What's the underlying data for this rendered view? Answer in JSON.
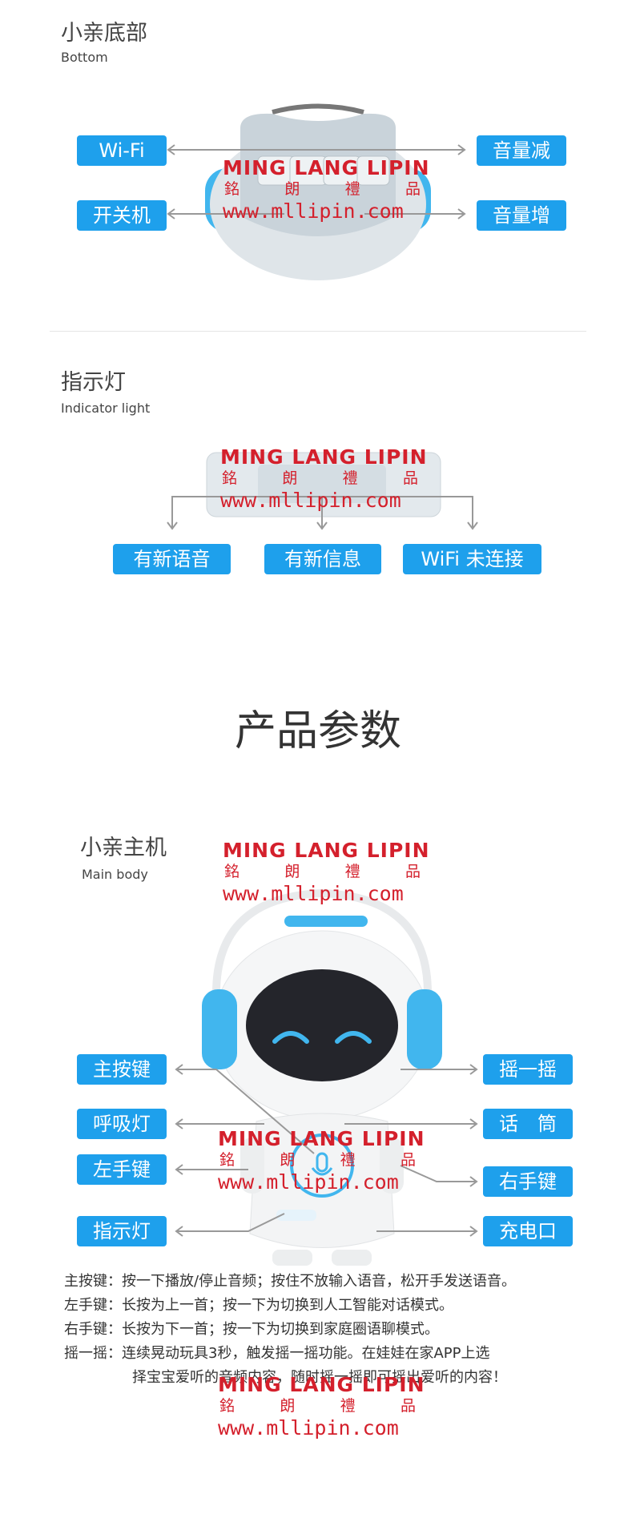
{
  "section_bottom": {
    "title": "小亲底部",
    "subtitle": "Bottom",
    "labels": {
      "wifi": "Wi-Fi",
      "power": "开关机",
      "vol_down": "音量减",
      "vol_up": "音量增"
    }
  },
  "section_indicator": {
    "title": "指示灯",
    "subtitle": "Indicator light",
    "labels": {
      "new_voice": "有新语音",
      "new_info": "有新信息",
      "wifi_off": "WiFi 未连接"
    }
  },
  "params_title": "产品参数",
  "section_main": {
    "title": "小亲主机",
    "subtitle": "Main body",
    "labels": {
      "main_button": "主按键",
      "breath_light": "呼吸灯",
      "left_hand": "左手键",
      "indicator": "指示灯",
      "shake": "摇一摇",
      "mic": "话　筒",
      "right_hand": "右手键",
      "charge": "充电口"
    }
  },
  "descriptions": [
    "主按键：按一下播放/停止音频；按住不放输入语音，松开手发送语音。",
    "左手键：长按为上一首；按一下为切换到人工智能对话模式。",
    "右手键：长按为下一首；按一下为切换到家庭圈语聊模式。",
    "摇一摇：连续晃动玩具3秒，触发摇一摇功能。在娃娃在家APP上选",
    "择宝宝爱听的音频内容，随时摇一摇即可摇出爱听的内容！"
  ],
  "watermark": {
    "brand": "MING LANG LIPIN",
    "chars": [
      "銘",
      "朗",
      "禮",
      "品"
    ],
    "url": "www.mllipin.com"
  },
  "colors": {
    "accent": "#1ea0ec",
    "watermark": "#d4202c",
    "robot_blue": "#41b6ee"
  }
}
